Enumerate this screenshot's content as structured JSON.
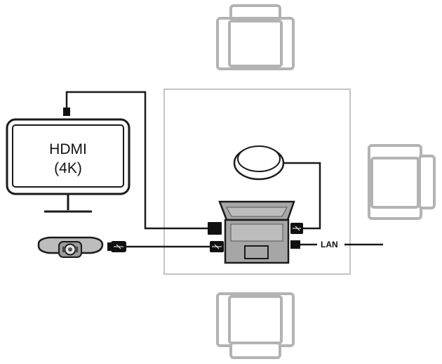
{
  "monitor": {
    "line1": "HDMI",
    "line2": "(4K)"
  },
  "lan": {
    "label": "LAN"
  },
  "colors": {
    "outline": "#b3b3b3",
    "device_fill": "#a6a6a6",
    "device_dark": "#666666",
    "cable": "#1a1a1a",
    "plug": "#111111"
  }
}
